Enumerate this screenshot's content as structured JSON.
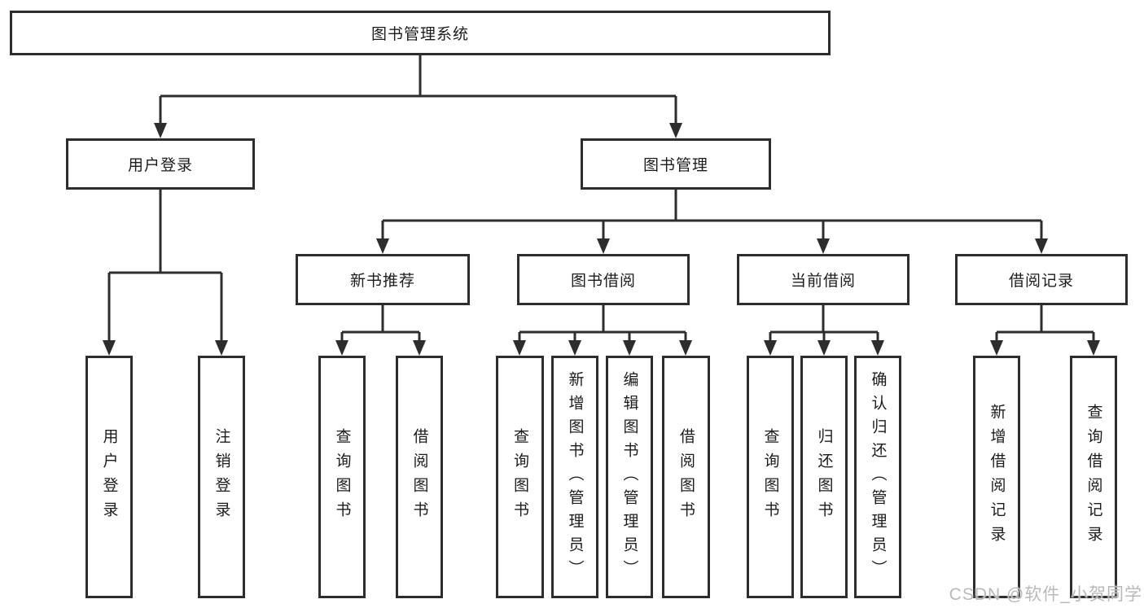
{
  "diagram": {
    "root": {
      "label": "图书管理系统"
    },
    "level2": [
      {
        "label": "用户登录",
        "parent": "图书管理系统"
      },
      {
        "label": "图书管理",
        "parent": "图书管理系统"
      }
    ],
    "level3": [
      {
        "label": "新书推荐",
        "parent": "图书管理"
      },
      {
        "label": "图书借阅",
        "parent": "图书管理"
      },
      {
        "label": "当前借阅",
        "parent": "图书管理"
      },
      {
        "label": "借阅记录",
        "parent": "图书管理"
      }
    ],
    "leaves": [
      {
        "label": "用户登录",
        "parent": "用户登录"
      },
      {
        "label": "注销登录",
        "parent": "用户登录"
      },
      {
        "label": "查询图书",
        "parent": "新书推荐"
      },
      {
        "label": "借阅图书",
        "parent": "新书推荐"
      },
      {
        "label": "查询图书",
        "parent": "图书借阅"
      },
      {
        "label": "新增图书（管理员）",
        "parent": "图书借阅"
      },
      {
        "label": "编辑图书（管理员）",
        "parent": "图书借阅"
      },
      {
        "label": "借阅图书",
        "parent": "图书借阅"
      },
      {
        "label": "查询图书",
        "parent": "当前借阅"
      },
      {
        "label": "归还图书",
        "parent": "当前借阅"
      },
      {
        "label": "确认归还（管理员）",
        "parent": "当前借阅"
      },
      {
        "label": "新增借阅记录",
        "parent": "借阅记录"
      },
      {
        "label": "查询借阅记录",
        "parent": "借阅记录"
      }
    ]
  },
  "watermark": "CSDN @软件_小贺同学",
  "colors": {
    "line": "#2d2d2d",
    "text": "#1c1c1c",
    "background": "#ffffff",
    "watermark": "#b9b9b9"
  }
}
